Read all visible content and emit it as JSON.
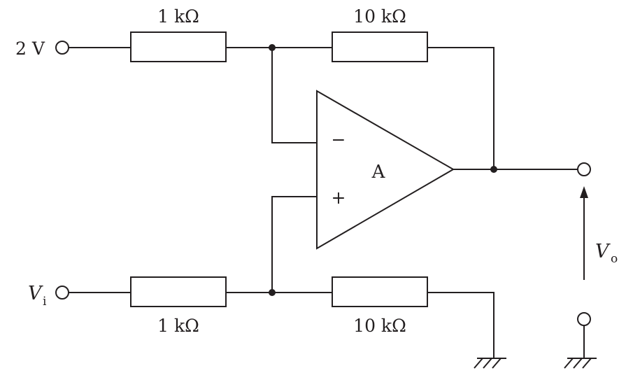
{
  "labels": {
    "input_top": "2 V",
    "input_bottom_symbol": "V",
    "input_bottom_subscript": "i",
    "output_symbol": "V",
    "output_subscript": "o",
    "amplifier": "A",
    "inverting_sign": "−",
    "noninverting_sign": "+"
  },
  "resistors": {
    "r_in_top": "1 kΩ",
    "r_fb_top": "10 kΩ",
    "r_in_bottom": "1 kΩ",
    "r_gnd_bottom": "10 kΩ"
  },
  "colors": {
    "stroke": "#231f20",
    "background": "#ffffff"
  }
}
